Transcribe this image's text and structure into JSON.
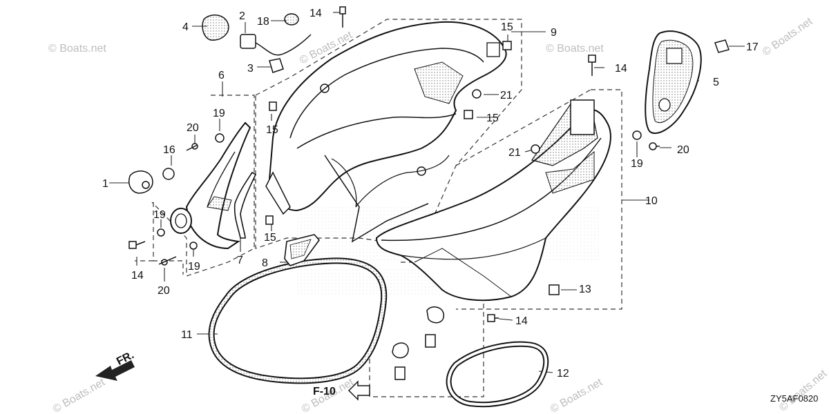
{
  "watermark": "© Boats.net",
  "diagram_code": "ZY5AF0820",
  "reference": {
    "label": "F-10"
  },
  "direction": {
    "label": "FR."
  },
  "callouts": [
    {
      "id": "c1",
      "label": "1"
    },
    {
      "id": "c2",
      "label": "2"
    },
    {
      "id": "c3",
      "label": "3"
    },
    {
      "id": "c4",
      "label": "4"
    },
    {
      "id": "c5",
      "label": "5"
    },
    {
      "id": "c6",
      "label": "6"
    },
    {
      "id": "c7",
      "label": "7"
    },
    {
      "id": "c8",
      "label": "8"
    },
    {
      "id": "c9",
      "label": "9"
    },
    {
      "id": "c10",
      "label": "10"
    },
    {
      "id": "c11",
      "label": "11"
    },
    {
      "id": "c12",
      "label": "12"
    },
    {
      "id": "c13",
      "label": "13"
    },
    {
      "id": "c14a",
      "label": "14"
    },
    {
      "id": "c14b",
      "label": "14"
    },
    {
      "id": "c14c",
      "label": "14"
    },
    {
      "id": "c14d",
      "label": "14"
    },
    {
      "id": "c15a",
      "label": "15"
    },
    {
      "id": "c15b",
      "label": "15"
    },
    {
      "id": "c15c",
      "label": "15"
    },
    {
      "id": "c15d",
      "label": "15"
    },
    {
      "id": "c16",
      "label": "16"
    },
    {
      "id": "c17",
      "label": "17"
    },
    {
      "id": "c18",
      "label": "18"
    },
    {
      "id": "c19a",
      "label": "19"
    },
    {
      "id": "c19b",
      "label": "19"
    },
    {
      "id": "c19c",
      "label": "19"
    },
    {
      "id": "c19d",
      "label": "19"
    },
    {
      "id": "c20a",
      "label": "20"
    },
    {
      "id": "c20b",
      "label": "20"
    },
    {
      "id": "c20c",
      "label": "20"
    },
    {
      "id": "c21a",
      "label": "21"
    },
    {
      "id": "c21b",
      "label": "21"
    }
  ]
}
